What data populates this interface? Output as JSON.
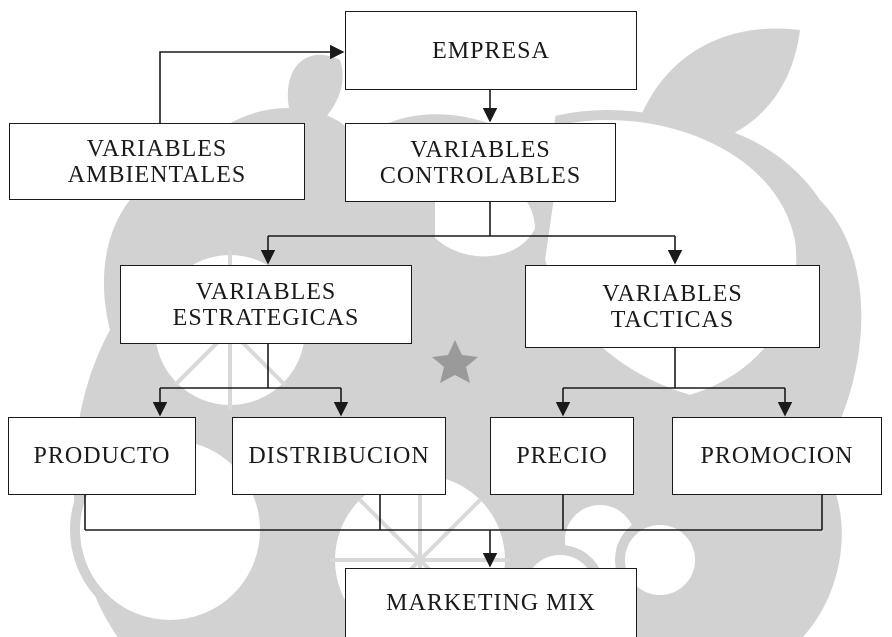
{
  "colors": {
    "background": "#ffffff",
    "watermark": "#c9c9c9",
    "ink": "#1a1a1a"
  },
  "nodes": {
    "empresa": "EMPRESA",
    "ambientales": "VARIABLES\nAMBIENTALES",
    "controlables": "VARIABLES\nCONTROLABLES",
    "estrategicas": "VARIABLES\nESTRATEGICAS",
    "tacticas": "VARIABLES\nTACTICAS",
    "producto": "PRODUCTO",
    "distribucion": "DISTRIBUCION",
    "precio": "PRECIO",
    "promocion": "PROMOCION",
    "marketing": "MARKETING MIX"
  }
}
